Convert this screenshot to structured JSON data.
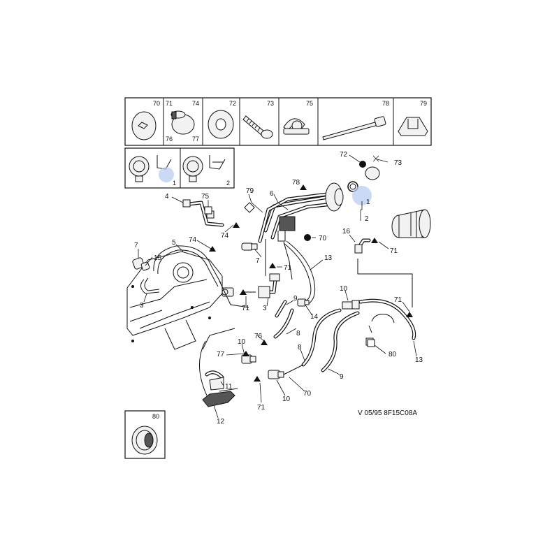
{
  "reference_code": "V 05/95  8F15C08A",
  "colors": {
    "line": "#111111",
    "highlight": "#b8cef0",
    "background": "#ffffff"
  },
  "legend_top": {
    "cells": [
      {
        "labels": [
          "70"
        ]
      },
      {
        "labels": [
          "71",
          "74",
          "76",
          "77"
        ]
      },
      {
        "labels": [
          "72"
        ]
      },
      {
        "labels": [
          "73"
        ]
      },
      {
        "labels": [
          "75"
        ]
      },
      {
        "labels": [
          "78"
        ]
      },
      {
        "labels": [
          "79"
        ]
      }
    ]
  },
  "legend_detail": {
    "cells": [
      {
        "label": "1"
      },
      {
        "label": "2"
      }
    ]
  },
  "legend_bottom": {
    "label": "80"
  },
  "callouts": {
    "c72": "72",
    "c73": "73",
    "c1": "1",
    "c2": "2",
    "c78": "78",
    "c79": "79",
    "c6": "6",
    "c70a": "70",
    "c4": "4",
    "c75": "75",
    "c74a": "74",
    "c16": "16",
    "c71a": "71",
    "c7a": "7",
    "c15": "15",
    "c5": "5",
    "c74b": "74",
    "c3a": "3",
    "c7b": "7",
    "c71b": "71",
    "c13a": "13",
    "c71c": "71",
    "c3b": "3",
    "c9a": "9",
    "c14": "14",
    "c10a": "10",
    "c71d": "71",
    "c8a": "8",
    "c76": "76",
    "c77": "77",
    "c10b": "10",
    "c8b": "8",
    "c80": "80",
    "c13b": "13",
    "c9b": "9",
    "c11": "11",
    "c70b": "70",
    "c10c": "10",
    "c71e": "71",
    "c12": "12"
  }
}
